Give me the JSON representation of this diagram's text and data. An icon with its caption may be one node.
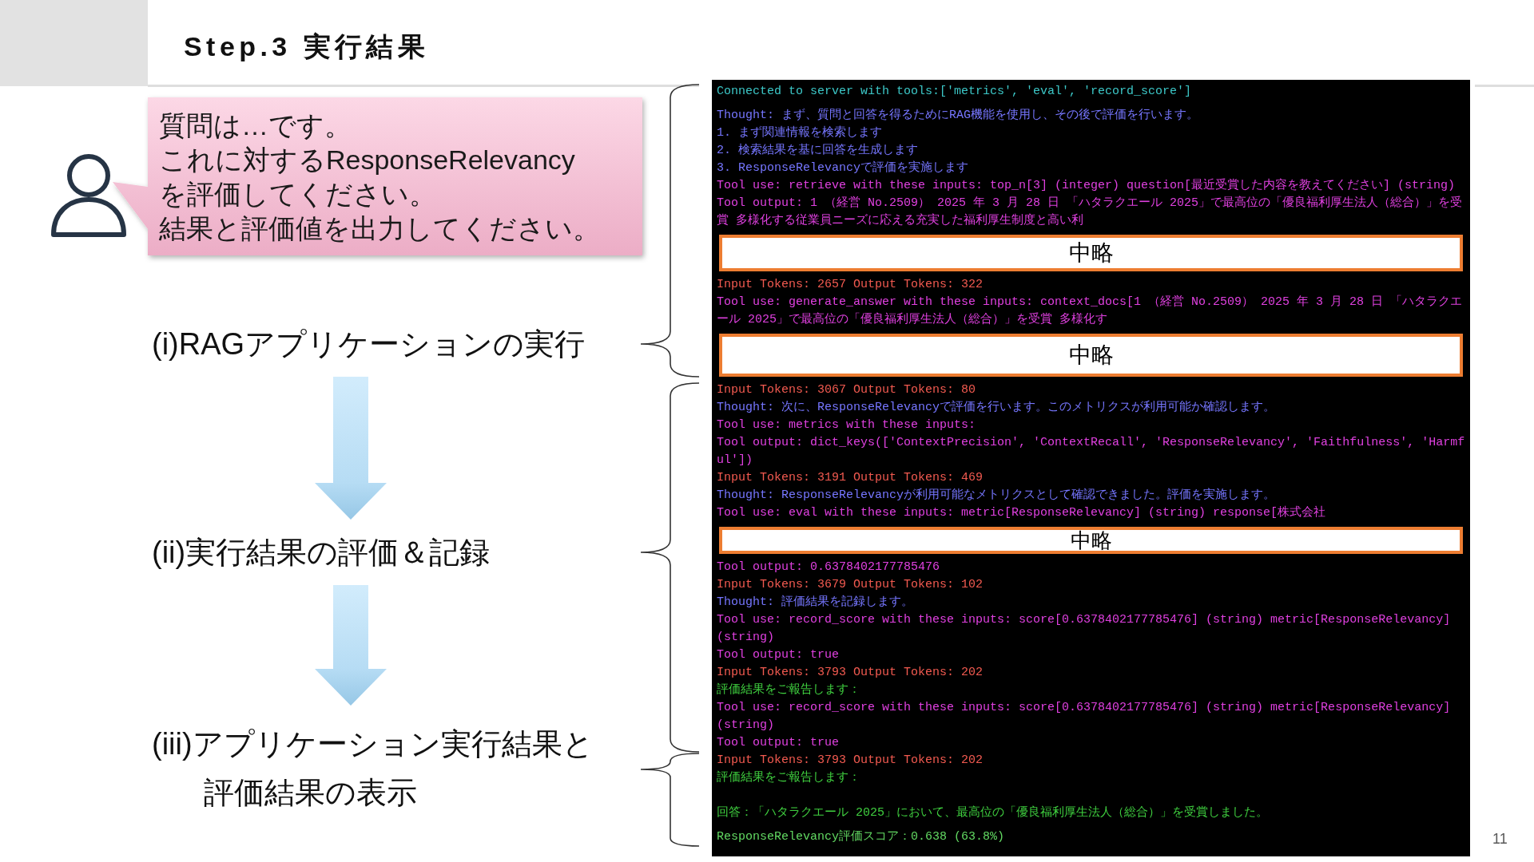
{
  "diagram": {
    "title": "Step.3 実行結果",
    "nodes": [
      {
        "text": [
          "質問は…です。",
          "これに対するResponseRelevancyを評価してください。",
          "結果と評価値を出力してください。"
        ]
      },
      {
        "text": [
          "(i)RAGアプリケーションの実行"
        ]
      },
      {
        "text": [
          "(ii)実行結果の評価＆記録"
        ]
      },
      {
        "text": [
          "(iii)アプリケーション実行結果と評価結果の表示"
        ]
      },
      {
        "text": [
          "Connected to server with tools:['metrics', 'eval', 'record_score']",
          "Thought: まず、質問と回答を得るためにRAG機能を使用し、その後で評価を行います。",
          "1. まず関連情報を検索します",
          "2. 検索結果を基に回答を生成します",
          "3. ResponseRelevancyで評価を実施します",
          "Tool use: retrieve with these inputs: top_n[3] (integer) question[最近受賞した内容を教えてください] (string)",
          "Tool output: 1 （経営 No.2509） 2025 年 3 月 28 日 「ハタラクエール 2025」で最高位の「優良福利厚生法人（総合）」を受賞 多様化する従業員ニーズに応える充実した福利厚生制度と高い利",
          "Input Tokens: 2657 Output Tokens: 322",
          "Tool use: generate_answer with these inputs: context_docs[1 （経営 No.2509） 2025 年 3 月 28 日 「ハタラクエール 2025」で最高位の「優良福利厚生法人（総合）」を受賞 多様化す",
          "Input Tokens: 3067 Output Tokens: 80",
          "Thought: 次に、ResponseRelevancyで評価を行います。このメトリクスが利用可能か確認します。",
          "Tool use: metrics with these inputs:",
          "Tool output: dict_keys(['ContextPrecision', 'ContextRecall', 'ResponseRelevancy', 'Faithfulness', 'Harmful'])",
          "Input Tokens: 3191 Output Tokens: 469",
          "Thought: ResponseRelevancyが利用可能なメトリクスとして確認できました。評価を実施します。",
          "Tool use: eval with these inputs: metric[ResponseRelevancy] (string) response[株式会社",
          "Tool output: 0.6378402177785476",
          "Input Tokens: 3679 Output Tokens: 102",
          "Thought: 評価結果を記録します。",
          "Tool use: record_score with these inputs: score[0.6378402177785476] (string) metric[ResponseRelevancy] (string)",
          "Tool output: true",
          "Input Tokens: 3793 Output Tokens: 202",
          "評価結果をご報告します：",
          "Tool use: record_score with these inputs: score[0.6378402177785476] (string) metric[ResponseRelevancy] (string)",
          "Tool output: true",
          "Input Tokens: 3793 Output Tokens: 202",
          "評価結果をご報告します：",
          "回答：「ハタラクエール 2025」において、最高位の「優良福利厚生法人（総合）」を受賞しました。",
          "ResponseRelevancy評価スコア：0.638 (63.8%)"
        ]
      },
      {
        "text": [
          "中略"
        ],
        "in": 4
      },
      {
        "text": [
          "中略"
        ],
        "in": 4
      },
      {
        "text": [
          "中略"
        ],
        "in": 4
      }
    ],
    "edges": [
      {
        "from": 1,
        "to": 2,
        "arrow": "to",
        "style": "thick"
      },
      {
        "from": 2,
        "to": 3,
        "arrow": "to",
        "style": "thick"
      }
    ],
    "labels": [
      "11"
    ]
  }
}
